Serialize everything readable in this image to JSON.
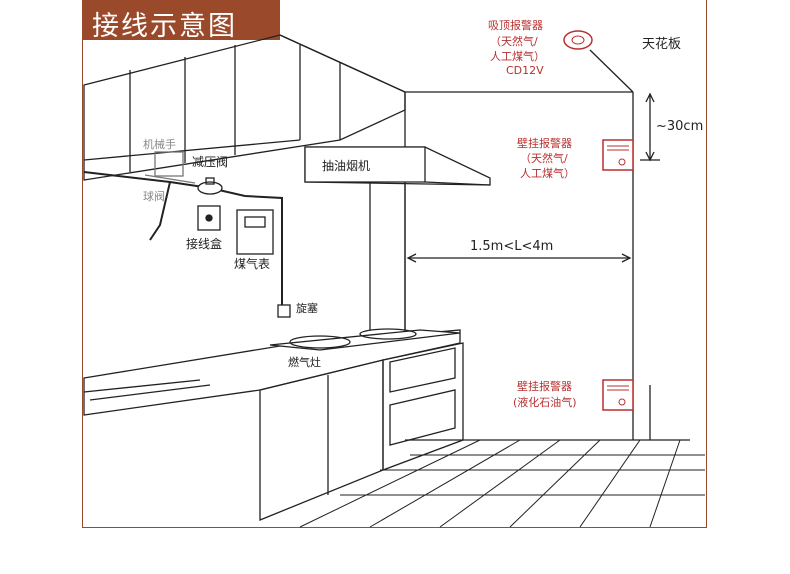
{
  "title": "接线示意图",
  "labels": {
    "ceiling": "天花板",
    "distance": "1.5m<L<4m",
    "ceiling_gap": "~30cm",
    "hood": "抽油烟机",
    "manipulator": "机械手",
    "ball_valve": "球阀",
    "pressure_valve": "减压阀",
    "junction_box": "接线盒",
    "gas_meter": "煤气表",
    "plug": "旋塞",
    "stove": "燃气灶"
  },
  "detectors": {
    "ceiling": {
      "line1": "吸顶报警器",
      "line2": "（天然气/",
      "line3": "人工煤气）",
      "line4": "CD12V"
    },
    "wall_upper": {
      "line1": "壁挂报警器",
      "line2": "（天然气/",
      "line3": "人工煤气）"
    },
    "wall_lower": {
      "line1": "壁挂报警器",
      "line2": "(液化石油气)"
    }
  },
  "colors": {
    "accent": "#9a4a2a",
    "alarm_text": "#b83030",
    "line": "#222222"
  }
}
